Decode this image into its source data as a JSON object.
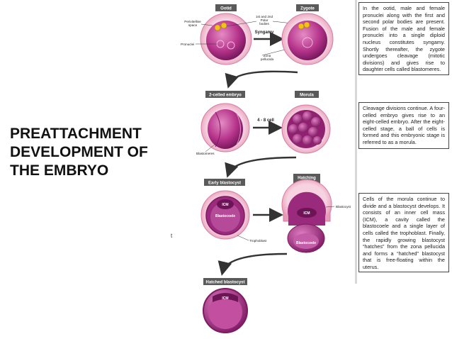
{
  "title_lines": [
    "PREATTACHMENT",
    "DEVELOPMENT OF",
    "THE EMBRYO"
  ],
  "stages": {
    "ootid": "Ootid",
    "zygote": "Zygote",
    "two_cell": "2-celled embryo",
    "morula": "Morula",
    "early_blastocyst": "Early blastocyst",
    "hatching_line1": "Hatching",
    "hatching_line2": "blastocyst",
    "hatched": "Hatched blastocyst"
  },
  "labels": {
    "perivitelline_1": "Perivitelline",
    "perivitelline_2": "space",
    "pronuclei": "Pronuclei",
    "polar_1": "1st and 2nd",
    "polar_2": "Polar",
    "polar_3": "bodies",
    "syngamy": "Syngamy",
    "zona_1": "Zona",
    "zona_2": "pellucida",
    "four_eight": "4 - 8 cell",
    "blastomeres": "Blastomeres",
    "icm": "ICM",
    "blastocoele": "Blastocoele",
    "trophoblast": "Trophoblast",
    "blastocyst": "Blastocyst",
    "margin_mark": "t"
  },
  "notes": {
    "note1": "In the ootid, male and female pronuclei along with the first and second polar bodies are present. Fusion of the male and female pronuclei into a single diploid nucleus constitutes syngamy. Shortly thereafter, the zygote undergoes cleavage (mitotic divisions) and gives rise to daughter cells called blastomeres.",
    "note2": "Cleavage divisions continue. A four-celled embryo gives rise to an eight-celled embryo. After the eight-celled stage, a ball of cells is formed and this embryonic stage is referred to as a morula.",
    "note3": "Cells of the morula continue to divide and a blastocyst develops. It consists of an inner cell mass (ICM), a cavity called the blastocoele and a single layer of cells called the trophoblast. Finally, the rapidly growing blastocyst “hatches” from the zona pellucida and forms a “hatched” blastocyst that is free-floating within the uterus."
  },
  "colors": {
    "zona": "#f4c6d7",
    "cell": "#b5338a",
    "cell_dark": "#7e1a63",
    "label_bg": "#5a5a5a",
    "arrow": "#333333"
  }
}
